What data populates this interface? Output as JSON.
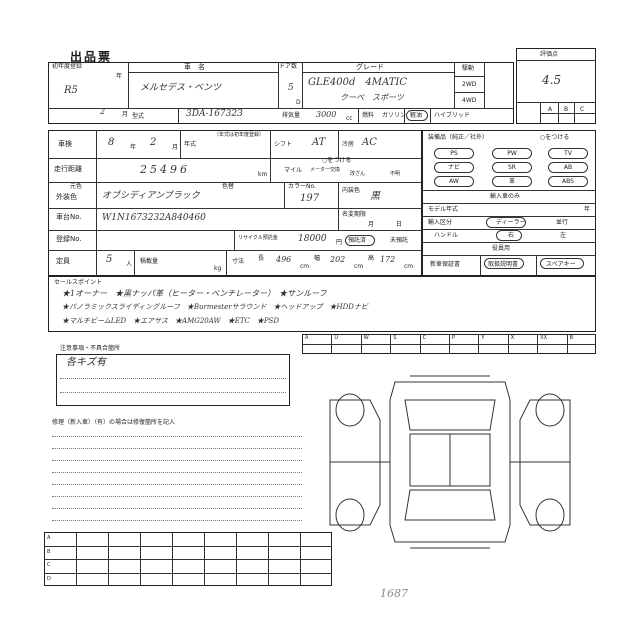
{
  "title": "出品票",
  "header": {
    "first_reg_label": "初年度登録",
    "year_label": "年",
    "year_value": "R5",
    "month_value": "2",
    "month_label": "月",
    "car_name_label": "車　名",
    "car_name_value": "メルセデス・ベンツ",
    "door_label": "ドア数",
    "door_value": "5",
    "door_unit": "D",
    "grade_label": "グレード",
    "grade_value_1": "GLE400d　4MATIC",
    "grade_value_2": "クーペ　スポーツ",
    "model_label": "型式",
    "model_value": "3DA-167323",
    "displacement_label": "排気量",
    "displacement_value": "3000",
    "displacement_unit": "cc",
    "fuel_label": "燃料",
    "fuel_options": [
      "ガソリン",
      "軽油",
      "ハイブリッド"
    ],
    "drive_label": "駆動",
    "drive_options": [
      "2WD",
      "4WD"
    ],
    "score_label": "評価点",
    "score_value": "4.5",
    "interior_grades": [
      "A",
      "B",
      "C"
    ]
  },
  "vehicle": {
    "inspection_label": "車検",
    "inspection_year": "8",
    "inspection_year_unit": "年",
    "inspection_month": "2",
    "inspection_month_unit": "月",
    "annual_label": "年式",
    "annual_note": "（年式は初年度登録）",
    "shift_label": "シフト",
    "shift_value": "AT",
    "ac_label": "冷房",
    "ac_value": "AC",
    "mileage_label": "走行距離",
    "mileage_value": "25496",
    "mileage_unit": "km",
    "mileage_options": [
      "マイル",
      "メーター交換",
      "改ざん",
      "不明"
    ],
    "color_label": "外装色",
    "color_sub_label": "元色",
    "color_value": "オブシディアンブラック",
    "repaint_label": "色替",
    "color_no_label": "カラーNo.",
    "color_no_value": "197",
    "interior_color_label": "内装色",
    "interior_color_value": "黒",
    "vin_label": "車台No.",
    "vin_value": "W1N1673232A840460",
    "ownership_label": "名変期限",
    "ownership_month": "月",
    "ownership_day": "日",
    "reg_no_label": "登録No.",
    "recycle_label": "リサイクル預託金",
    "recycle_value": "18000",
    "recycle_unit": "円",
    "recycle_status": [
      "預託済",
      "未預託"
    ],
    "capacity_label": "定員",
    "capacity_value": "5",
    "capacity_unit": "人",
    "load_label": "積載量",
    "load_unit": "kg",
    "dimensions_label": "寸法",
    "length_value": "496",
    "width_value": "202",
    "height_value": "172",
    "dim_unit": "cm",
    "length_label": "長",
    "width_label": "幅",
    "height_label": "高"
  },
  "sales_points": {
    "label": "セールスポイント",
    "line1": "★1オーナー　★黒ナッパ革（ヒーター・ベンチレーター）　★サンルーフ",
    "line2": "★パノラミックスライディングルーフ　★Burmesterサラウンド　★ヘッドアップ　★HDDナビ",
    "line3": "★マルチビームLED　★エアサス　★AMG20AW　★ETC　★PSD"
  },
  "equipment": {
    "title": "装備品（純正／社外）",
    "legend": "○をつける",
    "items": [
      "PS",
      "PW",
      "TV",
      "ナビ",
      "SR",
      "AB",
      "AW",
      "ABS",
      "革"
    ],
    "import_label": "輸入車のみ",
    "model_year_label": "モデル年式",
    "model_year_unit": "年",
    "import_type_label": "輸入区分",
    "import_options": [
      "ディーラー",
      "並行"
    ],
    "handle_label": "ハンドル",
    "handle_options": [
      "右",
      "左"
    ],
    "office_label": "役員用",
    "new_guarantee": "新車保証書",
    "manual_label": "取扱説明書",
    "spare_key_label": "スペアキー"
  },
  "inspection_notes": {
    "label": "注意事項・不具合箇所",
    "value": "各キズ有"
  },
  "report": {
    "label": "修理（新入車）（有）の場合は修復箇所を記入"
  },
  "damage_codes": {
    "row_labels": [
      "A",
      "U",
      "W"
    ],
    "codes_a": [
      "A",
      "U",
      "W",
      "S",
      "C",
      "P",
      "Y",
      "X",
      "XX",
      "B"
    ]
  },
  "bottom_table": {
    "row_labels": [
      "A",
      "B",
      "C",
      "D"
    ]
  },
  "footer": {
    "stamp": "1687"
  }
}
